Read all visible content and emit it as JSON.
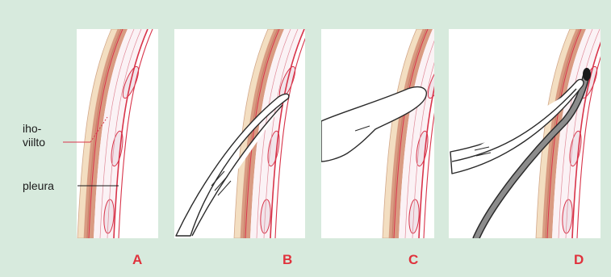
{
  "labels": {
    "incision_line1": "iho-",
    "incision_line2": "viilto",
    "pleura": "pleura"
  },
  "panels": [
    {
      "letter": "A"
    },
    {
      "letter": "B"
    },
    {
      "letter": "C"
    },
    {
      "letter": "D"
    }
  ],
  "colors": {
    "background": "#d7eadd",
    "panel": "#ffffff",
    "skin": "#f3dec1",
    "muscle": "#d99b82",
    "muscle_dark": "#c87e68",
    "red_line": "#d8344a",
    "letter": "#e0323c",
    "rib": "#f1e4ea",
    "tube": "#8c8c8c"
  }
}
